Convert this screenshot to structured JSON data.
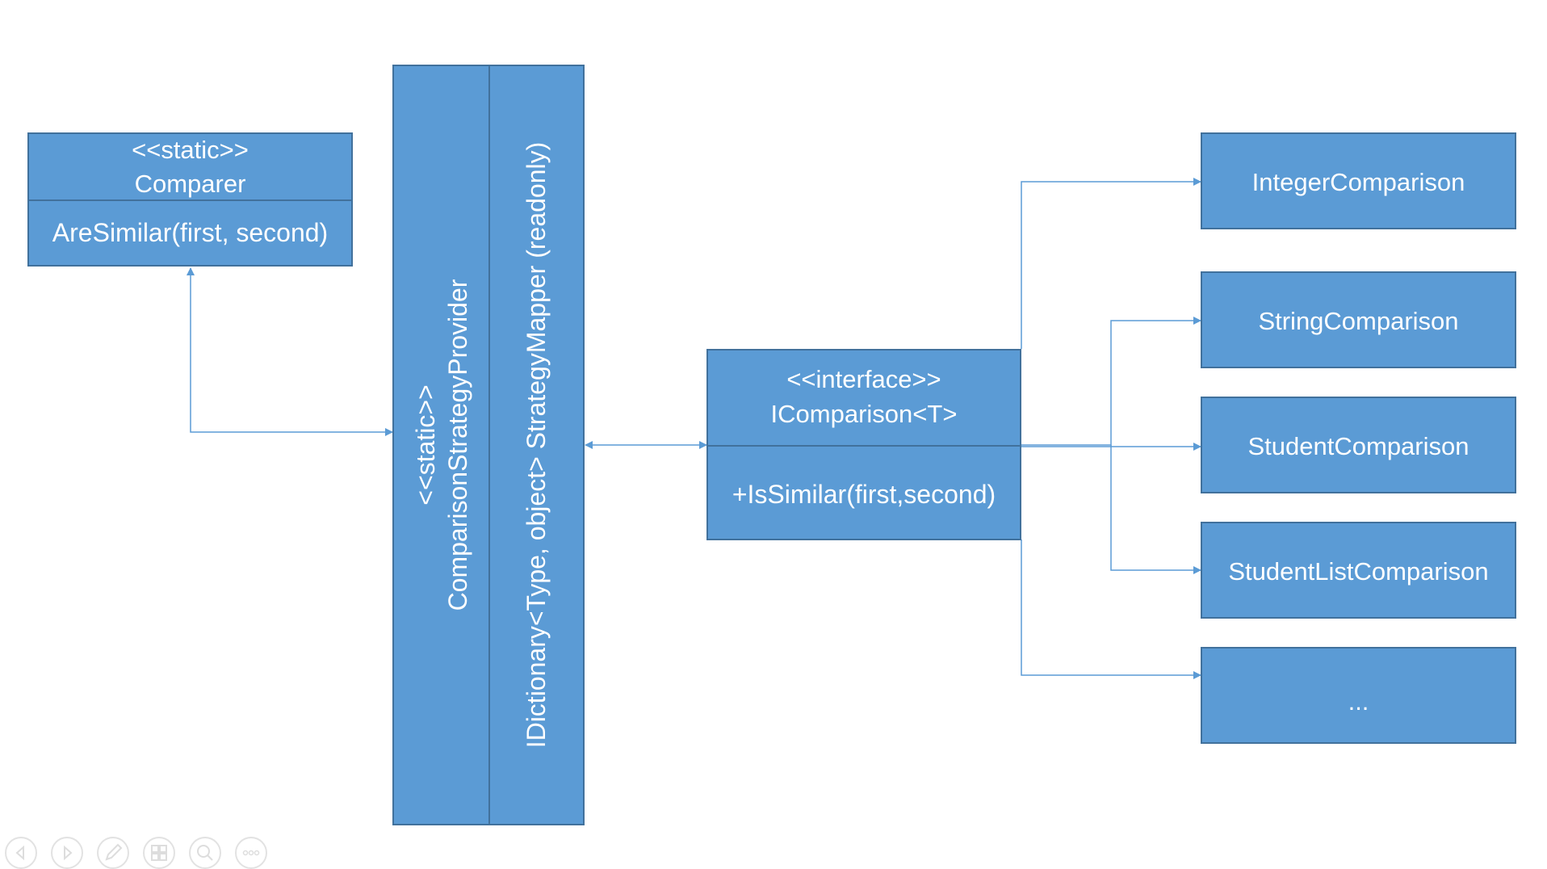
{
  "comparer": {
    "stereotype": "<<static>>",
    "name": "Comparer",
    "method": "AreSimilar(first, second)"
  },
  "provider": {
    "stereotype": "<<static>>",
    "name": "ComparisonStrategyProvider",
    "field": "IDictionary<Type, object> StrategyMapper (readonly)"
  },
  "icomparison": {
    "stereotype": "<<interface>>",
    "name": "IComparison<T>",
    "method": "+IsSimilar(first,second)"
  },
  "implementations": [
    "IntegerComparison",
    "StringComparison",
    "StudentComparison",
    "StudentListComparison",
    "..."
  ],
  "colors": {
    "box_fill": "#5b9bd5",
    "box_border": "#41719c",
    "connector": "#5b9bd5",
    "text": "#ffffff"
  },
  "controls": {
    "icons": [
      "previous-icon",
      "next-icon",
      "pen-icon",
      "slides-icon",
      "zoom-icon",
      "more-icon"
    ]
  }
}
